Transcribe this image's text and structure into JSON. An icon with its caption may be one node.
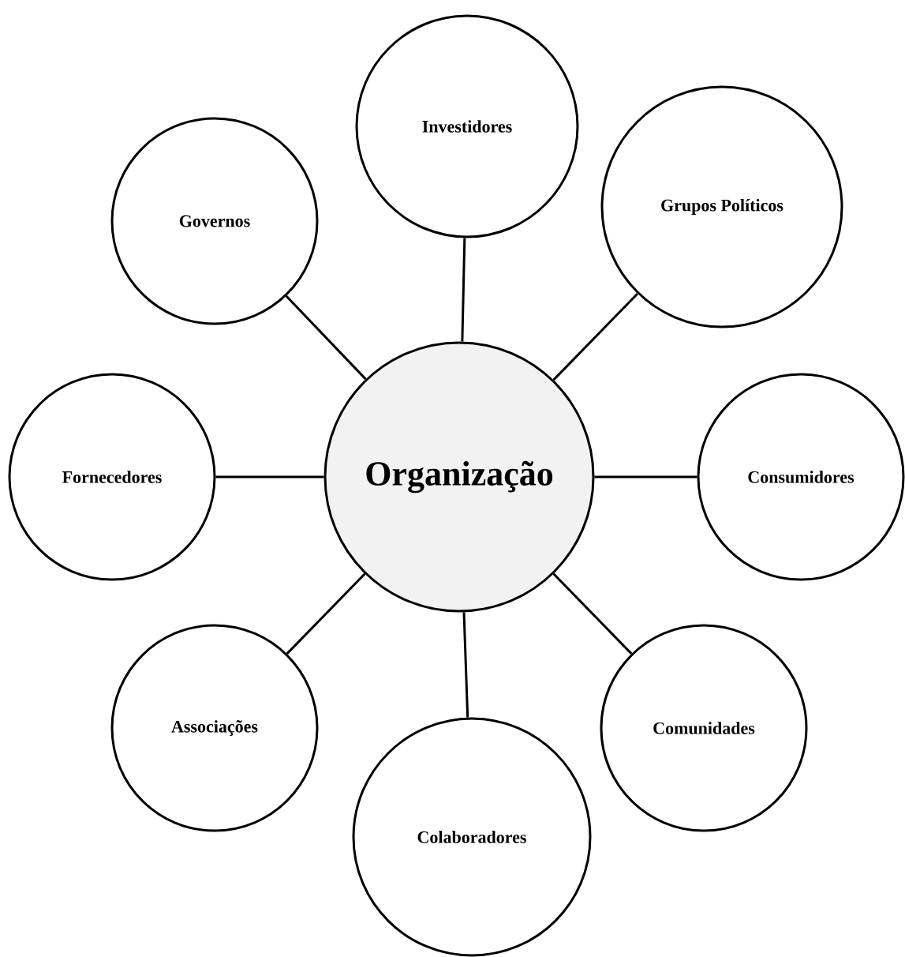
{
  "diagram": {
    "nodes": [
      {
        "text": [
          "Investidores"
        ]
      },
      {
        "text": [
          "Governos"
        ]
      },
      {
        "text": [
          "Grupos Políticos"
        ]
      },
      {
        "text": [
          "Fornecedores"
        ]
      },
      {
        "text": [
          "Organização"
        ]
      },
      {
        "text": [
          "Consumidores"
        ]
      },
      {
        "text": [
          "Associações"
        ]
      },
      {
        "text": [
          "Comunidades"
        ]
      },
      {
        "text": [
          "Colaboradores"
        ]
      }
    ],
    "edges": [
      {
        "from": 4,
        "to": 0,
        "arrow": "none"
      },
      {
        "from": 4,
        "to": 1,
        "arrow": "none"
      },
      {
        "from": 4,
        "to": 2,
        "arrow": "none"
      },
      {
        "from": 4,
        "to": 3,
        "arrow": "none"
      },
      {
        "from": 4,
        "to": 5,
        "arrow": "none"
      },
      {
        "from": 4,
        "to": 6,
        "arrow": "none"
      },
      {
        "from": 4,
        "to": 7,
        "arrow": "none"
      },
      {
        "from": 4,
        "to": 8,
        "arrow": "none"
      }
    ]
  }
}
